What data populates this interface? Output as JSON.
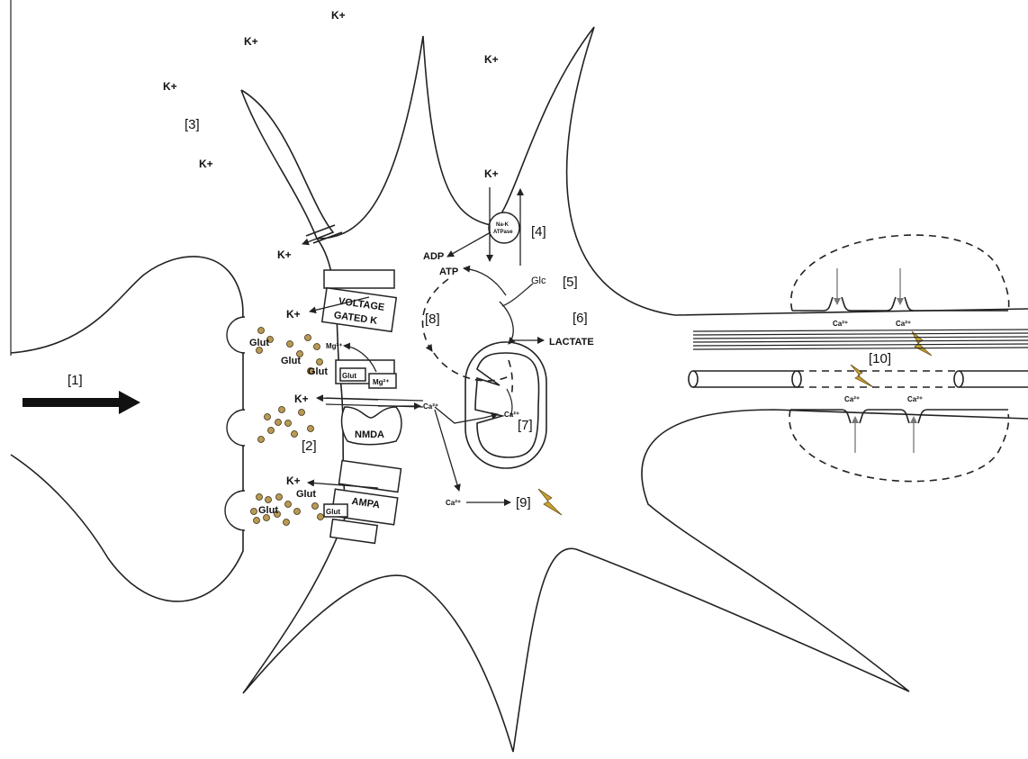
{
  "labels": {
    "n1": "[1]",
    "n2": "[2]",
    "n3": "[3]",
    "n4": "[4]",
    "n5": "[5]",
    "n6": "[6]",
    "n7": "[7]",
    "n8": "[8]",
    "n9": "[9]",
    "n10": "[10]",
    "k": "K+",
    "adp": "ADP",
    "atp": "ATP",
    "glc": "Glc",
    "lactate": "LACTATE",
    "glut": "Glut",
    "nmda": "NMDA",
    "ampa": "AMPA",
    "voltage": "VOLTAGE",
    "gated_k": "GATED K",
    "pump_1": "Na-K",
    "pump_2": "ATPase",
    "mg": "Mg²⁺",
    "ca": "Ca²⁺"
  },
  "colors": {
    "glutamate": "#b89a55",
    "bolt": "#c9a233"
  },
  "icons": [
    "lightning-bolt-icon",
    "arrow-right-icon"
  ]
}
